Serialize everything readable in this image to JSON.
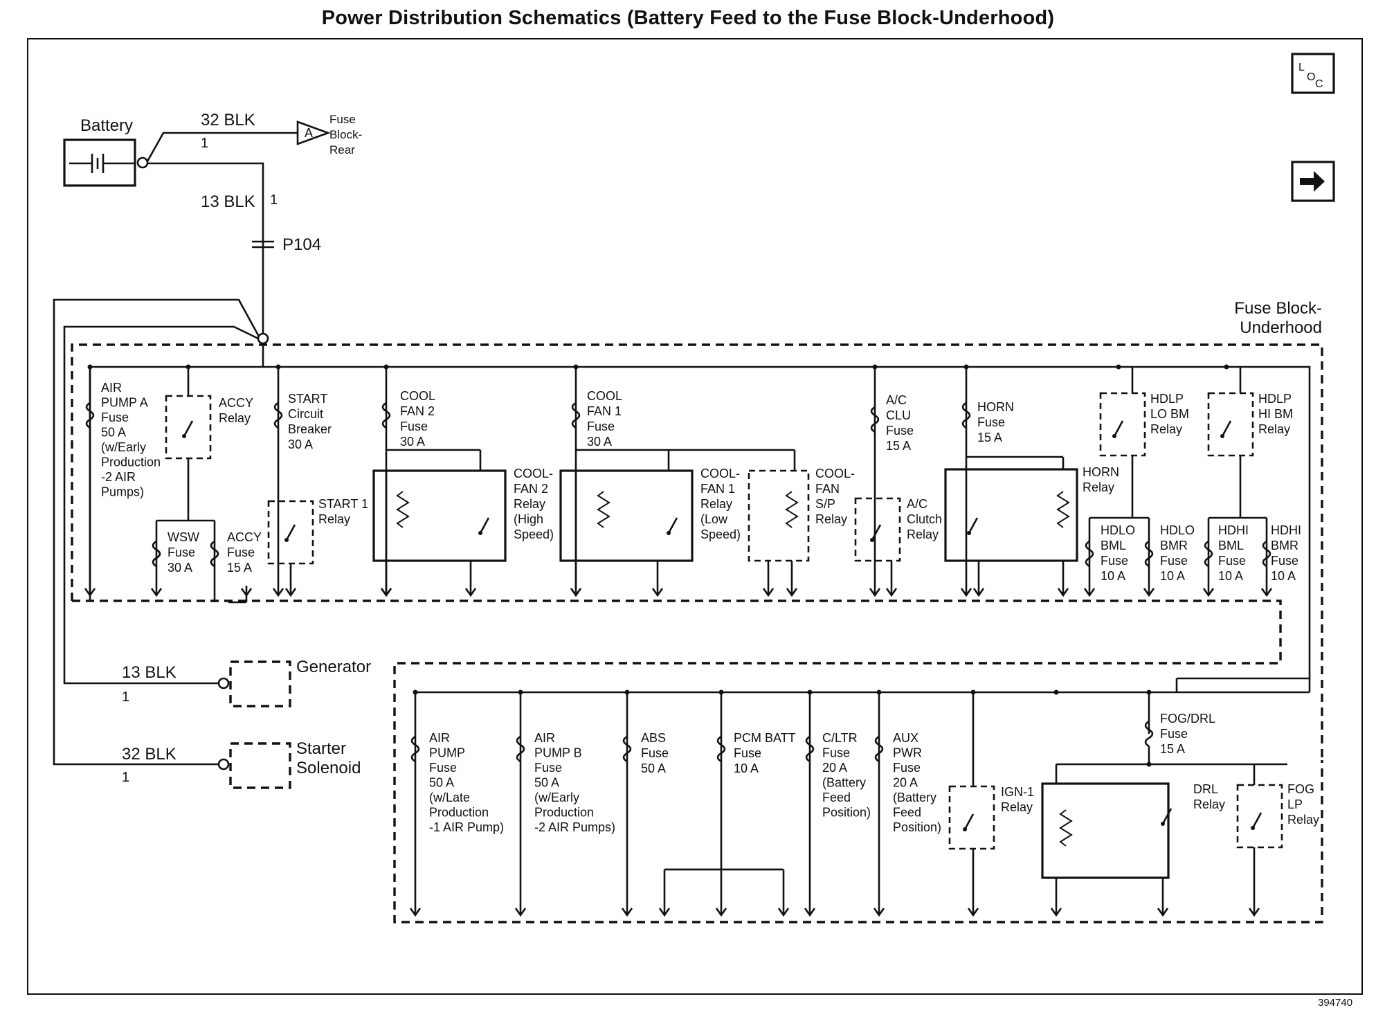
{
  "title": "Power Distribution Schematics (Battery Feed to the Fuse Block-Underhood)",
  "figure_number": "394740",
  "icons": {
    "loc_icon": "LOC",
    "next_icon": "right-arrow"
  },
  "battery": {
    "label": "Battery"
  },
  "wires": {
    "rear_feed": {
      "label": "32 BLK",
      "pin": "1"
    },
    "underhood_feed": {
      "label": "13 BLK",
      "pin": "1"
    },
    "generator_feed": {
      "label": "13 BLK",
      "pin": "1"
    },
    "starter_feed": {
      "label": "32 BLK",
      "pin": "1"
    }
  },
  "fuse_block_rear": {
    "connector": "A",
    "line1": "Fuse",
    "line2": "Block-",
    "line3": "Rear"
  },
  "splice": {
    "label": "P104"
  },
  "fuse_block_underhood": {
    "line1": "Fuse Block-",
    "line2": "Underhood"
  },
  "generator": {
    "label": "Generator"
  },
  "starter": {
    "line1": "Starter",
    "line2": "Solenoid"
  },
  "top_labels": {
    "air_pump_a": [
      "AIR",
      "PUMP A",
      "Fuse",
      "50 A",
      "(w/Early",
      "Production",
      "-2 AIR",
      "Pumps)"
    ],
    "accy_relay": [
      "ACCY",
      "Relay"
    ],
    "start_cb": [
      "START",
      "Circuit",
      "Breaker",
      "30 A"
    ],
    "start1_relay": [
      "START 1",
      "Relay"
    ],
    "wsw_fuse": [
      "WSW",
      "Fuse",
      "30 A"
    ],
    "accy_fuse": [
      "ACCY",
      "Fuse",
      "15 A"
    ],
    "cool_fan2_fuse": [
      "COOL",
      "FAN 2",
      "Fuse",
      "30 A"
    ],
    "cool_fan2_relay": [
      "COOL-",
      "FAN 2",
      "Relay",
      "(High",
      "Speed)"
    ],
    "cool_fan1_fuse": [
      "COOL",
      "FAN 1",
      "Fuse",
      "30 A"
    ],
    "cool_fan1_relay": [
      "COOL-",
      "FAN 1",
      "Relay",
      "(Low",
      "Speed)"
    ],
    "cool_fan_sp_relay": [
      "COOL-",
      "FAN",
      "S/P",
      "Relay"
    ],
    "ac_clu_fuse": [
      "A/C",
      "CLU",
      "Fuse",
      "15 A"
    ],
    "ac_clutch_relay": [
      "A/C",
      "Clutch",
      "Relay"
    ],
    "horn_fuse": [
      "HORN",
      "Fuse",
      "15 A"
    ],
    "horn_relay": [
      "HORN",
      "Relay"
    ],
    "hdlp_lo_relay": [
      "HDLP",
      "LO BM",
      "Relay"
    ],
    "hdlp_hi_relay": [
      "HDLP",
      "HI BM",
      "Relay"
    ],
    "hdlo_bml": [
      "HDLO",
      "BML",
      "Fuse",
      "10 A"
    ],
    "hdlo_bmr": [
      "HDLO",
      "BMR",
      "Fuse",
      "10 A"
    ],
    "hdhi_bml": [
      "HDHI",
      "BML",
      "Fuse",
      "10 A"
    ],
    "hdhi_bmr": [
      "HDHI",
      "BMR",
      "Fuse",
      "10 A"
    ]
  },
  "bottom_labels": {
    "air_pump": [
      "AIR",
      "PUMP",
      "Fuse",
      "50 A",
      "(w/Late",
      "Production",
      "-1 AIR Pump)"
    ],
    "air_pump_b": [
      "AIR",
      "PUMP B",
      "Fuse",
      "50 A",
      "(w/Early",
      "Production",
      "-2 AIR Pumps)"
    ],
    "abs": [
      "ABS",
      "Fuse",
      "50 A"
    ],
    "pcm_batt": [
      "PCM BATT",
      "Fuse",
      "10 A"
    ],
    "c_ltr": [
      "C/LTR",
      "Fuse",
      "20 A",
      "(Battery",
      "Feed",
      "Position)"
    ],
    "aux_pwr": [
      "AUX",
      "PWR",
      "Fuse",
      "20 A",
      "(Battery",
      "Feed",
      "Position)"
    ],
    "ign1_relay": [
      "IGN-1",
      "Relay"
    ],
    "fog_drl_fuse": [
      "FOG/DRL",
      "Fuse",
      "15 A"
    ],
    "drl_relay": [
      "DRL",
      "Relay"
    ],
    "fog_lp_relay": [
      "FOG",
      "LP",
      "Relay"
    ]
  }
}
